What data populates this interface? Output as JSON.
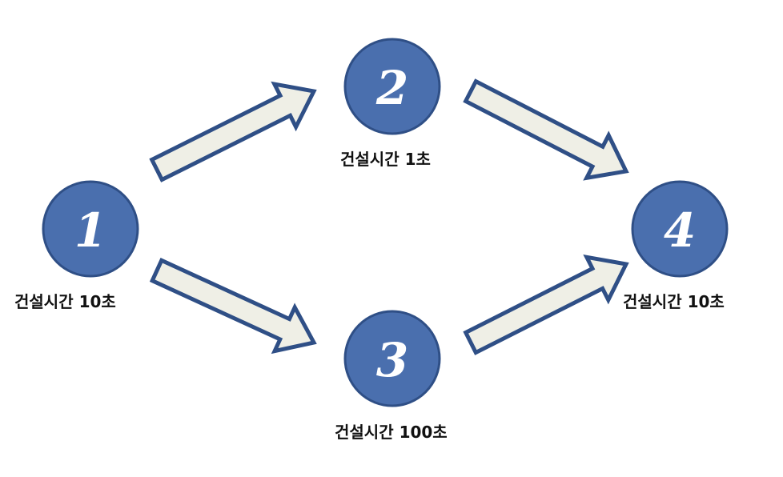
{
  "nodes": [
    {
      "id": "1",
      "number": "1",
      "label": "건설시간 10초"
    },
    {
      "id": "2",
      "number": "2",
      "label": "건설시간 1초"
    },
    {
      "id": "3",
      "number": "3",
      "label": "건설시간 100초"
    },
    {
      "id": "4",
      "number": "4",
      "label": "건설시간 10초"
    }
  ],
  "edges": [
    {
      "from": "1",
      "to": "2"
    },
    {
      "from": "1",
      "to": "3"
    },
    {
      "from": "2",
      "to": "4"
    },
    {
      "from": "3",
      "to": "4"
    }
  ],
  "colors": {
    "node_fill": "#4a6fae",
    "node_stroke": "#2f4f86",
    "arrow_fill": "#efefe6",
    "arrow_stroke": "#2f4f86",
    "number_color": "#ffffff",
    "label_color": "#111111"
  }
}
